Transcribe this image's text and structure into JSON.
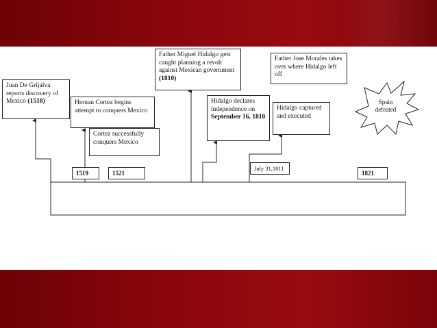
{
  "colors": {
    "band": "#8a070c",
    "line": "#222222",
    "background": "#ffffff"
  },
  "events": {
    "grijalva": {
      "text": "Juan De Grijalva reports discovery of Mexico ",
      "year": "(1518)"
    },
    "cortez_begins": {
      "text": "Hernan Cortez begins attempt to conquers Mexico"
    },
    "cortez_success": {
      "text": "Cortez successfully conquers Mexico"
    },
    "hidalgo_caught": {
      "text": "Father Miguel Hidalgo gets caught planning a revolt against Mexican government ",
      "year": "(1810)"
    },
    "hidalgo_declares": {
      "text": "Hidalgo declares independence on ",
      "date": "September 16, 1810"
    },
    "morales": {
      "text": "Father Jose Morales takes over where Hidalgo left off"
    },
    "hidalgo_captured": {
      "text": "Hidalgo captured and executed"
    },
    "spain": {
      "text": "Spain defeated"
    }
  },
  "years": {
    "y1519": "1519",
    "y1521": "1521",
    "july": "July 31,1811",
    "y1821": "1821"
  }
}
